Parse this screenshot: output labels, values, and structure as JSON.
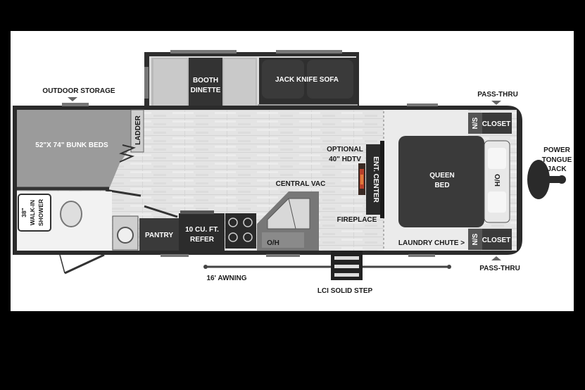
{
  "labels": {
    "outdoor_storage": "OUTDOOR STORAGE",
    "bunk_beds": "52\"X 74\" BUNK BEDS",
    "ladder": "LADDER",
    "booth_dinette_1": "BOOTH",
    "booth_dinette_2": "DINETTE",
    "jack_knife_sofa": "JACK KNIFE SOFA",
    "optional_hdtv_1": "OPTIONAL",
    "optional_hdtv_2": "40\" HDTV",
    "ent_center": "ENT. CENTER",
    "central_vac": "CENTRAL VAC",
    "fireplace": "FIREPLACE",
    "queen_bed_1": "QUEEN",
    "queen_bed_2": "BED",
    "ho": "H/O",
    "ns_top": "N/S",
    "closet_top": "CLOSET",
    "ns_bottom": "N/S",
    "closet_bottom": "CLOSET",
    "laundry_chute": "LAUNDRY CHUTE >",
    "pass_thru_top": "PASS-THRU",
    "pass_thru_bottom": "PASS-THRU",
    "power_tongue_jack_1": "POWER",
    "power_tongue_jack_2": "TONGUE",
    "power_tongue_jack_3": "JACK",
    "shower_1": "38\"",
    "shower_2": "WALK-IN",
    "shower_3": "SHOWER",
    "pantry": "PANTRY",
    "refer_1": "10 CU. FT.",
    "refer_2": "REFER",
    "oh": "O/H",
    "awning": "16' AWNING",
    "solid_step": "LCI SOLID STEP"
  }
}
